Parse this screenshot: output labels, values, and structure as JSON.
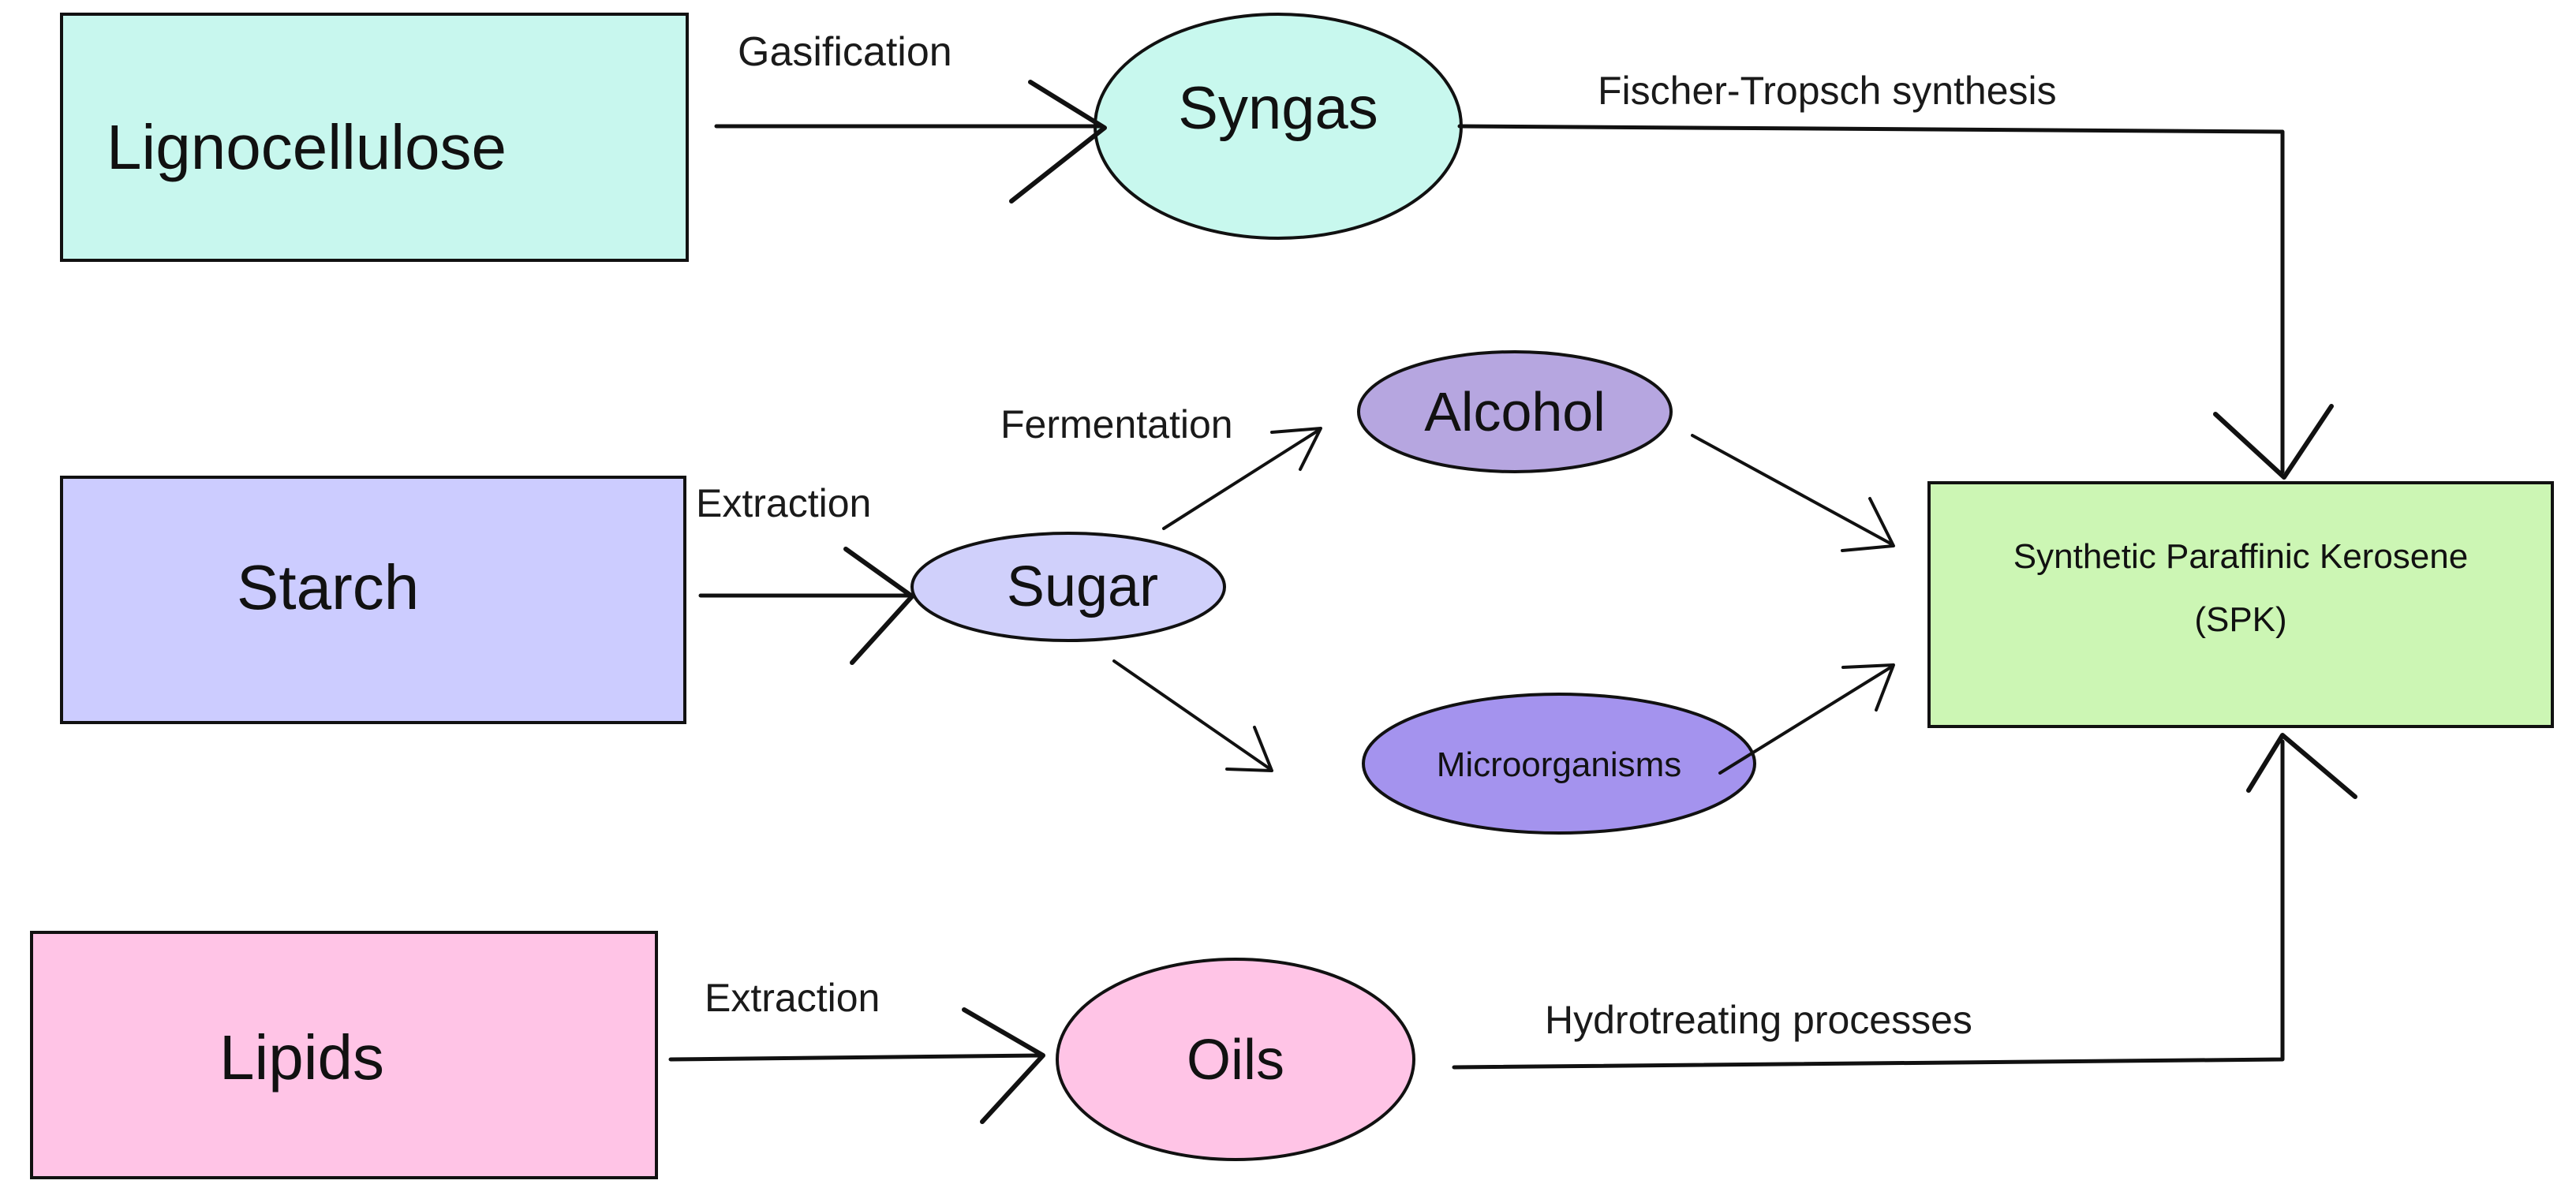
{
  "nodes": {
    "lignocellulose": {
      "label": "Lignocellulose",
      "fill": "#c8f7ee"
    },
    "starch": {
      "label": "Starch",
      "fill": "#ccccff"
    },
    "lipids": {
      "label": "Lipids",
      "fill": "#ffc4e6"
    },
    "syngas": {
      "label": "Syngas",
      "fill": "#c8f8ee"
    },
    "sugar": {
      "label": "Sugar",
      "fill": "#d0d0fb"
    },
    "alcohol": {
      "label": "Alcohol",
      "fill": "#b6a6e0"
    },
    "microorganisms": {
      "label": "Microorganisms",
      "fill": "#a493ee"
    },
    "oils": {
      "label": "Oils",
      "fill": "#ffc4e6"
    },
    "spk": {
      "label_line1": "Synthetic Paraffinic Kerosene",
      "label_line2": "(SPK)",
      "fill": "#ccf6b4"
    }
  },
  "edges": {
    "gasification": "Gasification",
    "fischer_tropsch": "Fischer-Tropsch synthesis",
    "extraction_starch": "Extraction",
    "fermentation": "Fermentation",
    "extraction_lipids": "Extraction",
    "hydrotreating": "Hydrotreating processes"
  }
}
